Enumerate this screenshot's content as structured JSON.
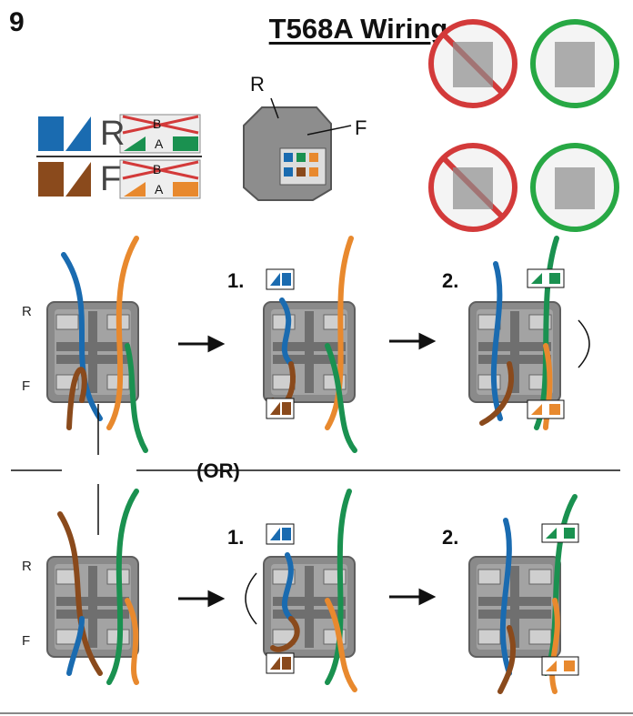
{
  "header": {
    "step_number": "9",
    "title": "T568A Wiring"
  },
  "legend": {
    "row1_letter": "R",
    "row2_letter": "F",
    "slot_b": "B",
    "slot_a": "A"
  },
  "jack_callouts": {
    "r": "R",
    "f": "F"
  },
  "row_labels": {
    "r": "R",
    "f": "F"
  },
  "steps": {
    "one": "1.",
    "two": "2."
  },
  "separator": {
    "or_label": "(OR)"
  },
  "colors": {
    "blue": "#1a6bb0",
    "green": "#1a9150",
    "brown": "#8a4a1c",
    "orange": "#e8892e",
    "red_x": "#d33a3a",
    "ok_green": "#27a844",
    "jack_gray": "#7a7a7a"
  }
}
